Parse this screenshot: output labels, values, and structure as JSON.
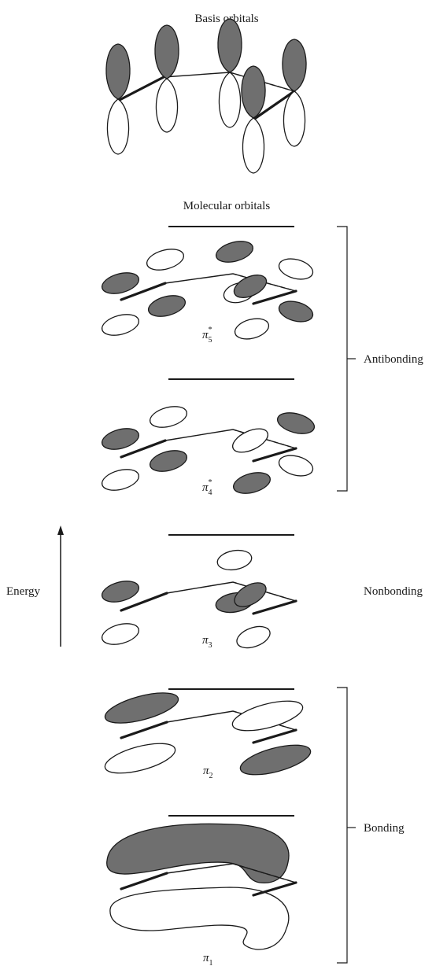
{
  "titles": {
    "basis": "Basis orbitals",
    "molecular": "Molecular orbitals"
  },
  "axis": {
    "energy": "Energy"
  },
  "groups": {
    "antibonding": "Antibonding",
    "nonbonding": "Nonbonding",
    "bonding": "Bonding"
  },
  "orbitals": [
    {
      "symbol": "π",
      "subscript": "5",
      "star": "*"
    },
    {
      "symbol": "π",
      "subscript": "4",
      "star": "*"
    },
    {
      "symbol": "π",
      "subscript": "3",
      "star": ""
    },
    {
      "symbol": "π",
      "subscript": "2",
      "star": ""
    },
    {
      "symbol": "π",
      "subscript": "1",
      "star": ""
    }
  ],
  "colors": {
    "shaded_lobe": "#6f6f6f",
    "line": "#1a1a1a"
  }
}
